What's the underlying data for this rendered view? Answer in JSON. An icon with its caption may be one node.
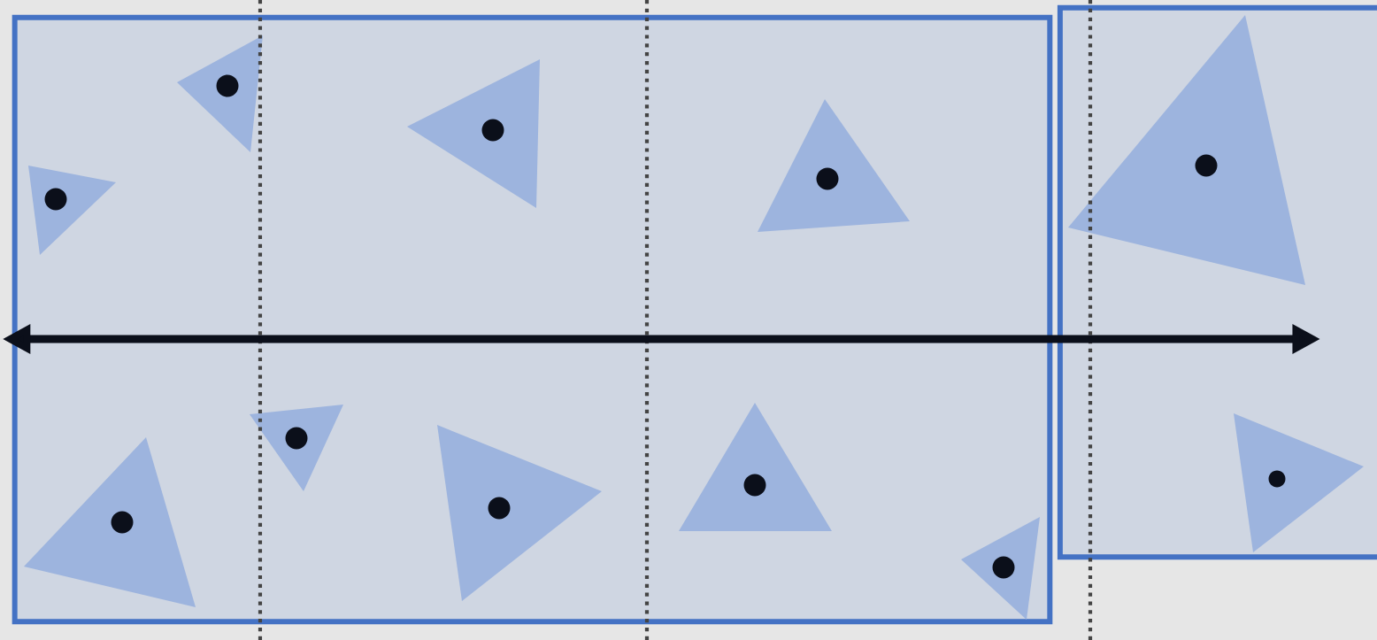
{
  "diagram": {
    "nodes": [
      {
        "text": [],
        "shape": "box"
      },
      {
        "text": [],
        "shape": "box"
      }
    ],
    "edges": [
      {
        "from": 0,
        "to": 1,
        "arrow": "both"
      }
    ]
  }
}
